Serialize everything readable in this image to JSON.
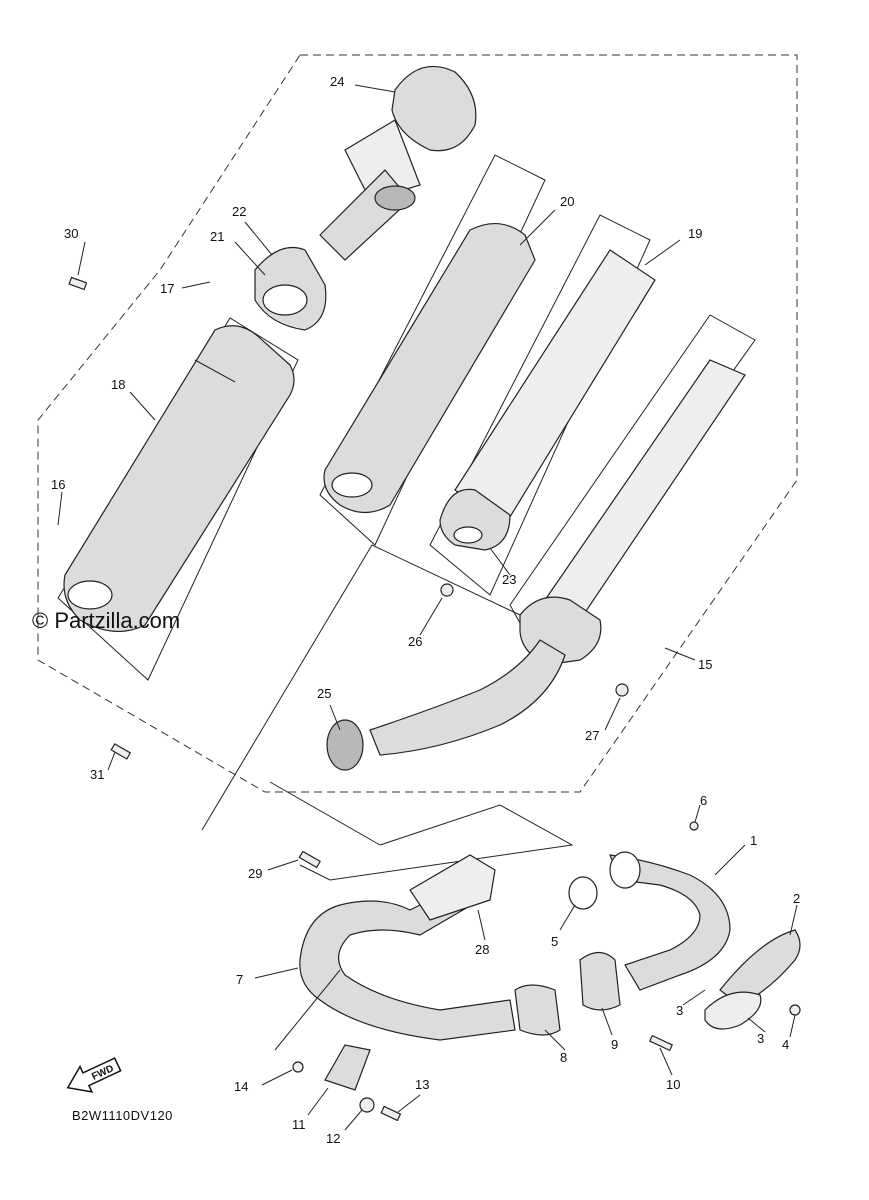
{
  "watermark": "© Partzilla.com",
  "diagram_code": "B2W1110DV120",
  "fwd_label": "FWD",
  "callouts": {
    "c1": "1",
    "c2": "2",
    "c3a": "3",
    "c3b": "3",
    "c4": "4",
    "c5": "5",
    "c6": "6",
    "c7": "7",
    "c8": "8",
    "c9": "9",
    "c10": "10",
    "c11": "11",
    "c12": "12",
    "c13": "13",
    "c14": "14",
    "c15": "15",
    "c16": "16",
    "c17": "17",
    "c18": "18",
    "c19": "19",
    "c20": "20",
    "c21": "21",
    "c22": "22",
    "c23": "23",
    "c24": "24",
    "c25": "25",
    "c26": "26",
    "c27": "27",
    "c28": "28",
    "c29": "29",
    "c30": "30",
    "c31": "31"
  }
}
